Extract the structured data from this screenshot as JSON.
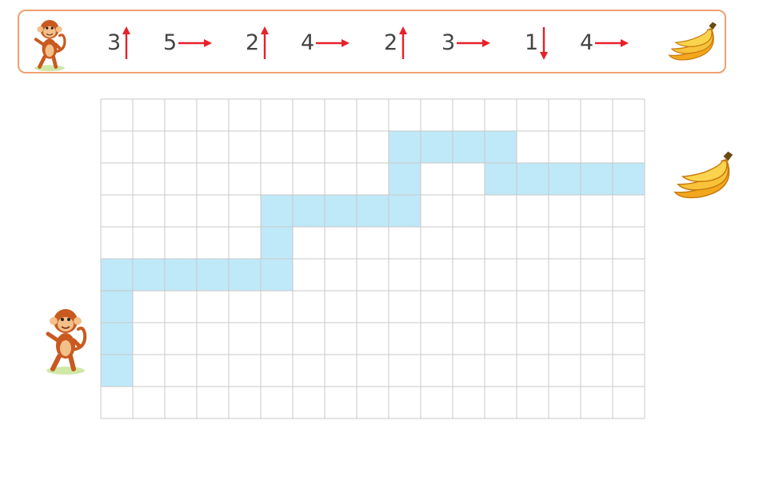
{
  "instructions": {
    "steps": [
      {
        "count": "3",
        "direction": "up"
      },
      {
        "count": "5",
        "direction": "right"
      },
      {
        "count": "2",
        "direction": "up"
      },
      {
        "count": "4",
        "direction": "right"
      },
      {
        "count": "2",
        "direction": "up"
      },
      {
        "count": "3",
        "direction": "right"
      },
      {
        "count": "1",
        "direction": "down"
      },
      {
        "count": "4",
        "direction": "right"
      }
    ],
    "start_icon": "monkey-icon",
    "goal_icon": "banana-bunch-icon"
  },
  "grid": {
    "columns": 17,
    "rows": 10,
    "path_cells": [
      [
        0,
        5
      ],
      [
        0,
        6
      ],
      [
        0,
        7
      ],
      [
        0,
        8
      ],
      [
        1,
        5
      ],
      [
        2,
        5
      ],
      [
        3,
        5
      ],
      [
        4,
        5
      ],
      [
        5,
        5
      ],
      [
        5,
        4
      ],
      [
        5,
        3
      ],
      [
        6,
        3
      ],
      [
        7,
        3
      ],
      [
        8,
        3
      ],
      [
        9,
        3
      ],
      [
        9,
        2
      ],
      [
        9,
        1
      ],
      [
        10,
        1
      ],
      [
        11,
        1
      ],
      [
        12,
        1
      ],
      [
        12,
        2
      ],
      [
        13,
        2
      ],
      [
        14,
        2
      ],
      [
        15,
        2
      ],
      [
        16,
        2
      ]
    ]
  },
  "colors": {
    "path": "#bfe9f9",
    "grid_line": "#c8c8c8",
    "arrow": "#e8202a",
    "number": "#444444",
    "bar_border": "#f0a070"
  }
}
